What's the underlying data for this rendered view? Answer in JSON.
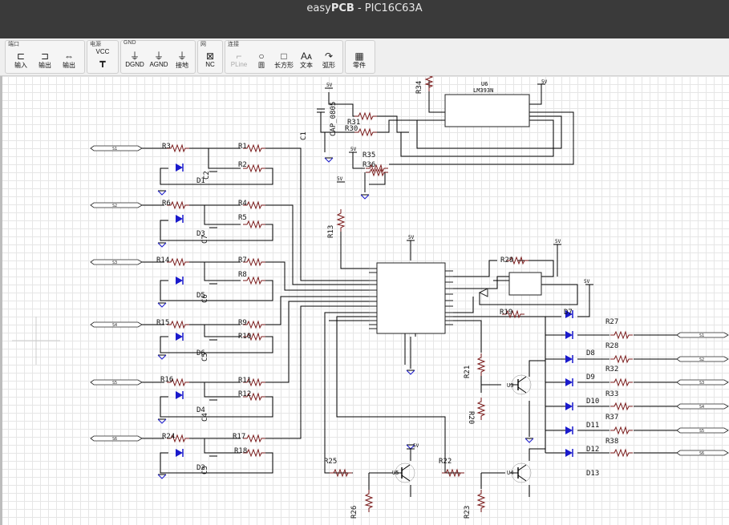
{
  "window": {
    "title_plain": "easy",
    "title_bold": "PCB",
    "title_rest": " - PIC16C63A"
  },
  "toolbar": {
    "groups": [
      {
        "label": "端口",
        "tools": [
          "输入",
          "输出",
          "输出"
        ]
      },
      {
        "label": "电源",
        "tools": [
          "VCC"
        ]
      },
      {
        "label": "GND",
        "tools": [
          "DGND",
          "AGND",
          "接地"
        ]
      },
      {
        "label": "网",
        "tools": [
          "NC"
        ]
      },
      {
        "label": "连接",
        "tools": [
          "PLine",
          "圆",
          "长方形",
          "文本",
          "弧形"
        ]
      },
      {
        "label": "",
        "tools": [
          "零件"
        ]
      }
    ]
  },
  "schematic": {
    "rails": [
      "5V",
      "5V",
      "5V",
      "5V",
      "5V",
      "5V",
      "5V",
      "5V"
    ],
    "ports_left": [
      "S1",
      "S2",
      "S3",
      "S4",
      "S5",
      "S6"
    ],
    "ports_right": [
      "S1",
      "S2",
      "S3",
      "S4",
      "S5",
      "S6"
    ],
    "resistors": [
      "R1",
      "R2",
      "R3",
      "R4",
      "R5",
      "R6",
      "R7",
      "R8",
      "R9",
      "R10",
      "R11",
      "R12",
      "R13",
      "R14",
      "R15",
      "R16",
      "R17",
      "R18",
      "R19",
      "R20",
      "R21",
      "R22",
      "R23",
      "R24",
      "R25",
      "R26",
      "R27",
      "R28",
      "R29",
      "R30",
      "R31",
      "R32",
      "R33",
      "R34",
      "R35",
      "R36",
      "R37",
      "R38"
    ],
    "diodes": [
      "D1",
      "D2",
      "D3",
      "D4",
      "D5",
      "D6",
      "D7",
      "D8",
      "D9",
      "D10",
      "D11",
      "D12",
      "D13"
    ],
    "capacitors": [
      "C1",
      "C2",
      "C3",
      "C4",
      "C5",
      "C6",
      "C7"
    ],
    "transistors": [
      "U3",
      "U4",
      "U5"
    ],
    "opamp": {
      "ref": "U6",
      "part": "LM393N"
    },
    "cap_label": "CAP_0805"
  }
}
